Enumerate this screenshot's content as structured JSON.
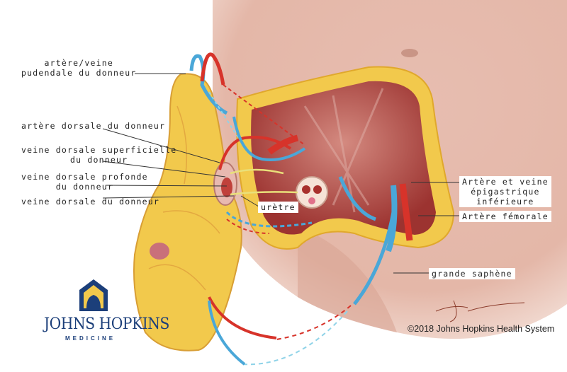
{
  "labels": {
    "pudendal_l1": "artère/veine",
    "pudendal_l2": "pudendale du donneur",
    "dorsal_artery": "artère dorsale du donneur",
    "superficial_vein_l1": "veine dorsale superficielle",
    "superficial_vein_l2": "du donneur",
    "deep_vein_l1": "veine dorsale profonde",
    "deep_vein_l2": "du donneur",
    "dorsal_vein": "veine dorsale du donneur",
    "urethra": "urètre",
    "epigastric_l1": "Artère et veine",
    "epigastric_l2": "épigastrique",
    "epigastric_l3": "inférieure",
    "femoral": "Artère fémorale",
    "saphenous": "grande saphène"
  },
  "logo": {
    "name": "JOHNS HOPKINS",
    "sub": "MEDICINE"
  },
  "copyright": "©2018 Johns Hopkins Health System",
  "colors": {
    "artery": "#d7332a",
    "vein": "#4aa7d8",
    "fat": "#f2c94c",
    "muscle": "#b84a45",
    "skin": "#e9c2b4",
    "brand": "#1c3f7a"
  }
}
